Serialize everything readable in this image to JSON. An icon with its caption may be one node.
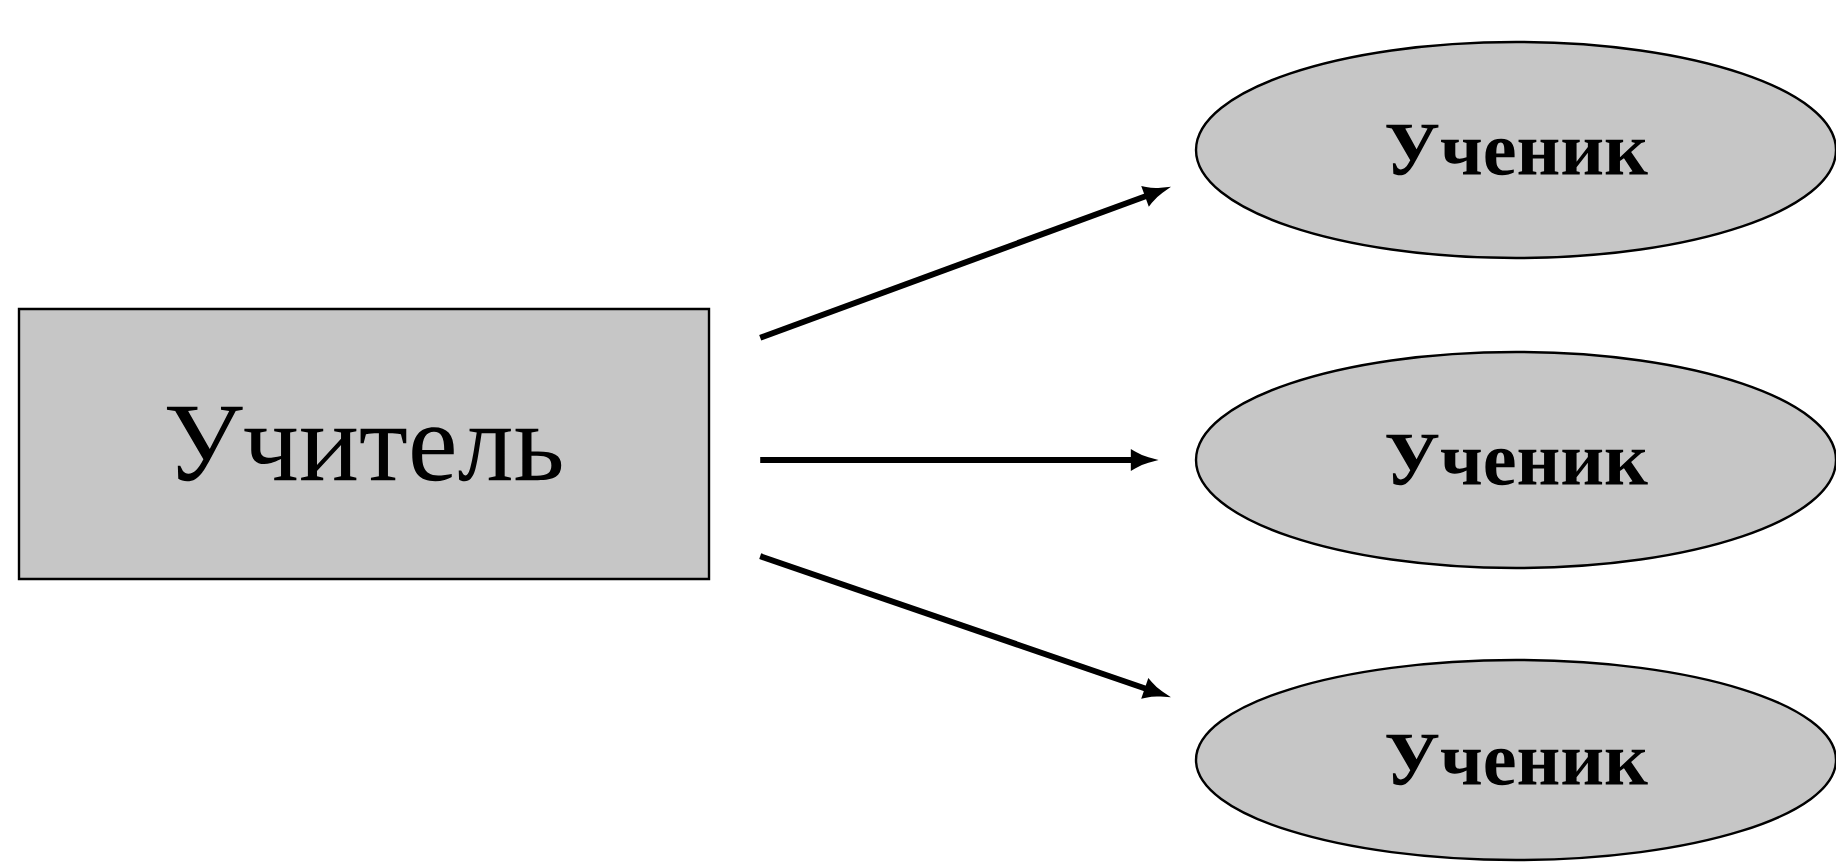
{
  "diagram": {
    "nodes": [
      {
        "text": [
          "Учитель"
        ]
      },
      {
        "text": [
          "Ученик"
        ]
      },
      {
        "text": [
          "Ученик"
        ]
      },
      {
        "text": [
          "Ученик"
        ]
      }
    ],
    "edges": [
      {
        "from": 0,
        "to": 1,
        "arrow": "to"
      },
      {
        "from": 0,
        "to": 2,
        "arrow": "to"
      },
      {
        "from": 0,
        "to": 3,
        "arrow": "to"
      }
    ]
  }
}
